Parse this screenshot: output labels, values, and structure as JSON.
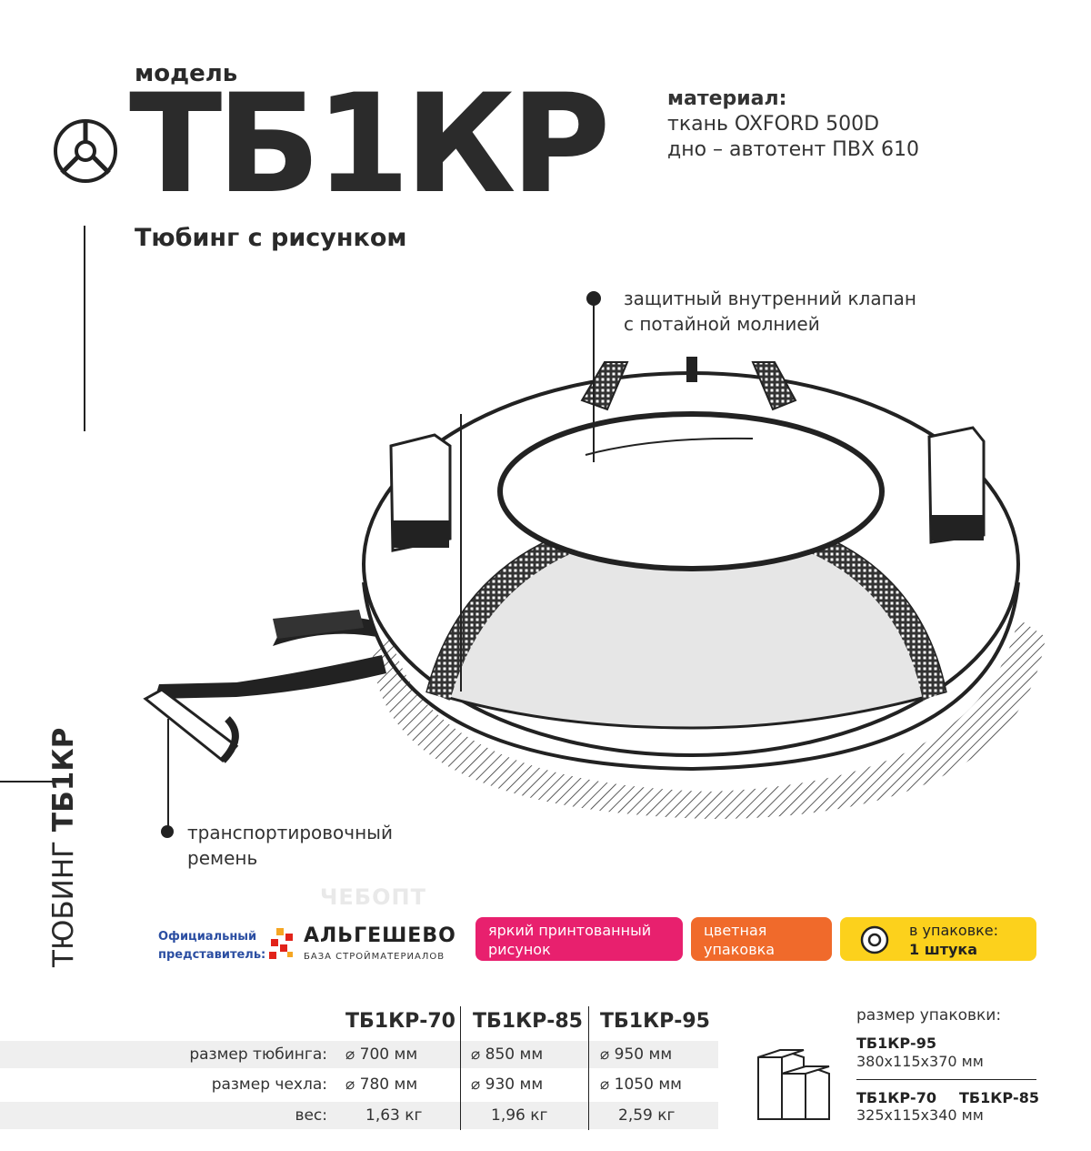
{
  "header": {
    "model_label": "модель",
    "model_name": "ТБ1КР",
    "subtitle": "Тюбинг с рисунком"
  },
  "material": {
    "title": "материал:",
    "line1": "ткань OXFORD 500D",
    "line2": "дно – автотент ПВХ 610"
  },
  "callouts": {
    "valve_line1": "защитный внутренний клапан",
    "valve_line2": "с потайной молнией",
    "strap_line1": "транспортировочный",
    "strap_line2": "ремень"
  },
  "side_title": {
    "prefix": "ТЮБИНГ ",
    "name": "ТБ1КР"
  },
  "watermark": "ЧЕБОПТ",
  "dealer": {
    "line1": "Официальный",
    "line2": "представитель:",
    "brand": "АЛЬГЕШЕВО",
    "brand_sub": "БАЗА СТРОЙМАТЕРИАЛОВ"
  },
  "badges": {
    "bright_print_l1": "яркий принтованный",
    "bright_print_l2": "рисунок",
    "color_pack_l1": "цветная",
    "color_pack_l2": "упаковка",
    "in_pack_l1": "в упаковке:",
    "in_pack_l2": "1 штука"
  },
  "specs": {
    "columns": [
      "ТБ1КР-70",
      "ТБ1КР-85",
      "ТБ1КР-95"
    ],
    "rows": [
      {
        "label": "размер тюбинга:",
        "values": [
          "700 мм",
          "850 мм",
          "950 мм"
        ],
        "diameter": true
      },
      {
        "label": "размер чехла:",
        "values": [
          "780 мм",
          "930 мм",
          "1050 мм"
        ],
        "diameter": true
      },
      {
        "label": "вес:",
        "values": [
          "1,63 кг",
          "1,96 кг",
          "2,59 кг"
        ],
        "diameter": false
      }
    ],
    "diameter_symbol": "⌀"
  },
  "packaging": {
    "title": "размер упаковки:",
    "model_a": "ТБ1КР-95",
    "dims_a": "380x115x370 мм",
    "model_b1": "ТБ1КР-70",
    "model_b2": "ТБ1КР-85",
    "dims_b": "325x115x340 мм"
  },
  "colors": {
    "text_dark": "#2b2b2b",
    "pink": "#e8206e",
    "orange": "#f06a2b",
    "yellow": "#fcd11c",
    "dealer_blue": "#2b4ea2",
    "stripe": "#efefef"
  }
}
